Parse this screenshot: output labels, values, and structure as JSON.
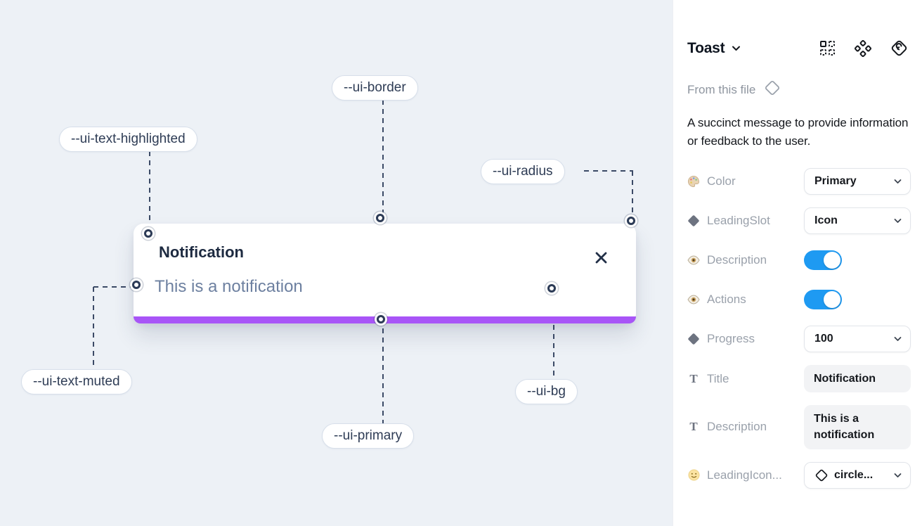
{
  "canvas": {
    "toast": {
      "title": "Notification",
      "description": "This is a notification"
    },
    "labels": {
      "border": "--ui-border",
      "text_highlighted": "--ui-text-highlighted",
      "radius": "--ui-radius",
      "text_muted": "--ui-text-muted",
      "primary": "--ui-primary",
      "bg": "--ui-bg"
    },
    "colors": {
      "primary_bar": "#a855f7",
      "canvas_bg": "#edf1f6",
      "connector": "#3b4a66"
    }
  },
  "panel": {
    "title": "Toast",
    "source_label": "From this file",
    "description": "A succinct message to provide information or feedback to the user.",
    "accent_toggle_color": "#1e9af2",
    "properties": [
      {
        "label": "Color",
        "control": "dropdown",
        "value": "Primary"
      },
      {
        "label": "LeadingSlot",
        "control": "dropdown",
        "value": "Icon"
      },
      {
        "label": "Description",
        "control": "toggle",
        "value": "on"
      },
      {
        "label": "Actions",
        "control": "toggle",
        "value": "on"
      },
      {
        "label": "Progress",
        "control": "dropdown",
        "value": "100"
      },
      {
        "label": "Title",
        "control": "textfield",
        "value": "Notification"
      },
      {
        "label": "Description",
        "control": "textfield",
        "value": "This is a notification"
      },
      {
        "label": "LeadingIcon...",
        "control": "dropdown",
        "value": "circle..."
      }
    ]
  }
}
